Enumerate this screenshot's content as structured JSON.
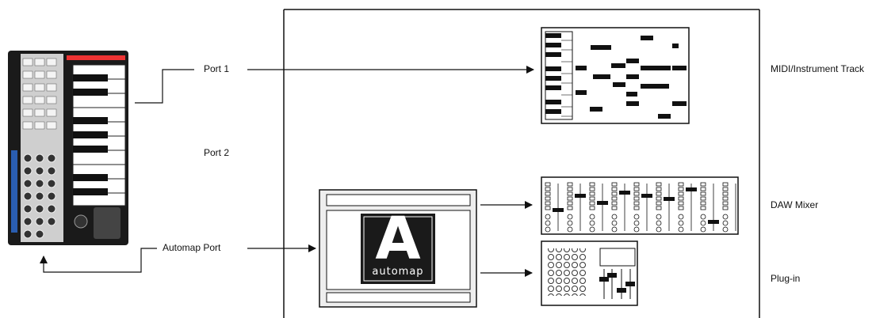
{
  "labels": {
    "port1": "Port 1",
    "port2": "Port 2",
    "automap_port": "Automap Port",
    "midi_track": "MIDI/Instrument Track",
    "daw_mixer": "DAW Mixer",
    "plugin": "Plug-in",
    "automap_logo_letter": "A",
    "automap_logo_word": "automap"
  },
  "colors": {
    "line": "#111111",
    "keyboard_body": "#1a1a1a",
    "keyboard_accent": "#2a5db0"
  }
}
